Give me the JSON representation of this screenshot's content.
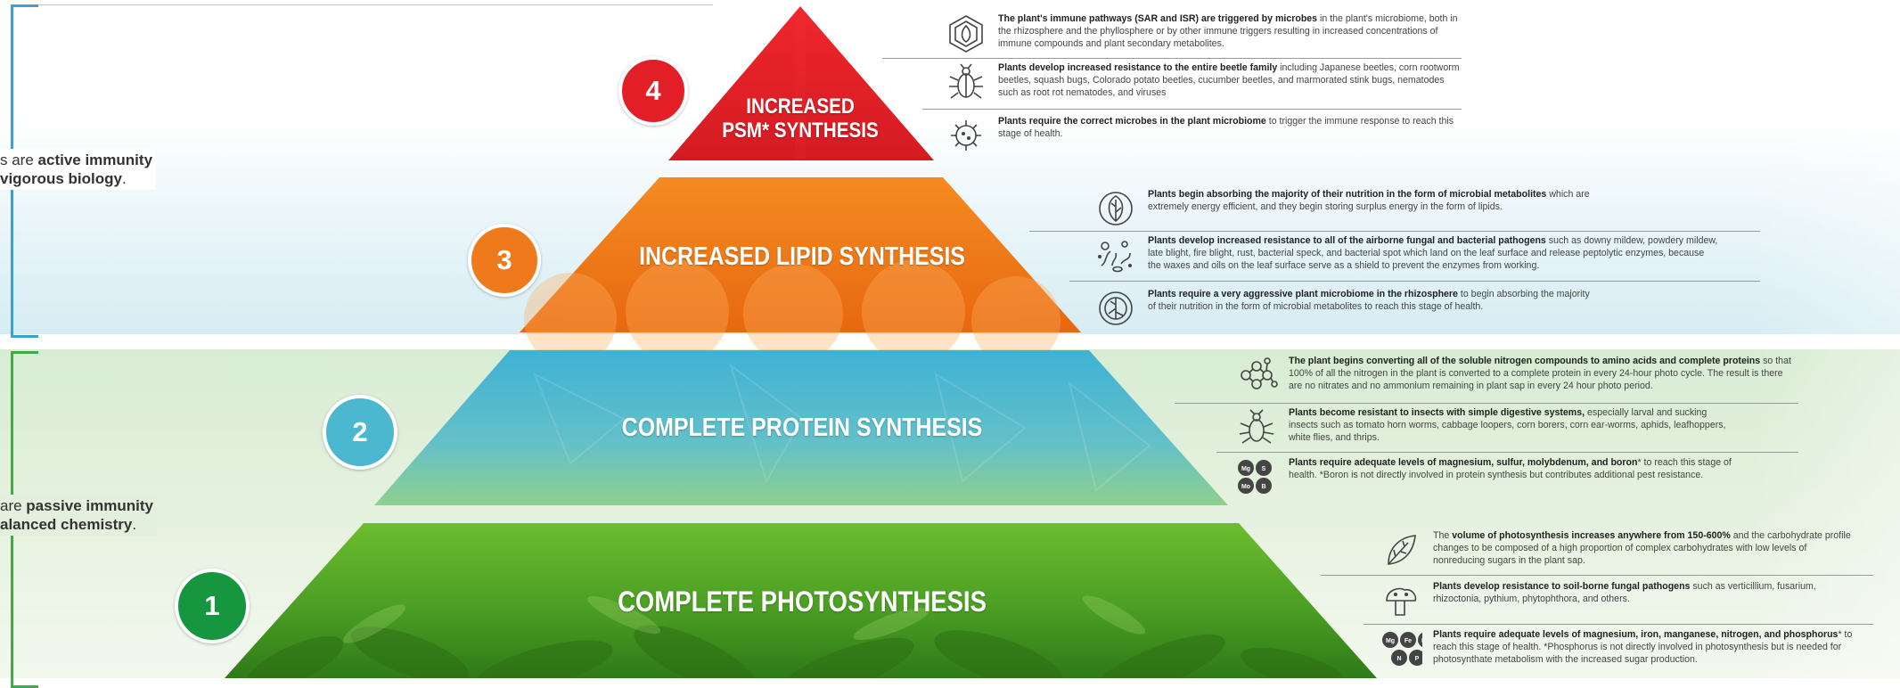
{
  "side": {
    "upper": {
      "pre": "s are ",
      "bold1": "active immunity",
      "line2_bold": "vigorous biology",
      "line2_post": "."
    },
    "lower": {
      "pre": "are ",
      "bold1": "passive immunity",
      "line2_bold": "alanced chemistry",
      "line2_post": "."
    }
  },
  "colors": {
    "tier4": "#e21f26",
    "tier3": "#f07a1a",
    "tier2": "#4fb9d0",
    "tier1": "#3e9b2e",
    "badge4": "#e21f26",
    "badge3": "#ef7a1c",
    "badge2": "#4cb8cf",
    "badge1": "#16973f"
  },
  "tiers": [
    {
      "number": "4",
      "title_line1": "INCREASED",
      "title_line2": "PSM* SYNTHESIS",
      "items": [
        {
          "icon": "immune-shield-icon",
          "bold": "The plant's immune pathways (SAR and ISR) are triggered by microbes",
          "rest": " in the plant's microbiome, both in the rhizosphere and the phyllosphere or by other immune triggers resulting in increased concentrations of immune compounds and plant secondary metabolites.",
          "wrap": 520
        },
        {
          "icon": "beetle-icon",
          "bold": "Plants develop increased resistance to the entire beetle family",
          "rest": " including Japanese beetles, corn rootworm beetles, squash bugs, Colorado potato beetles, cucumber beetles, and marmorated stink bugs, nematodes such as root rot nematodes, and viruses",
          "wrap": 520
        },
        {
          "icon": "microbe-gear-icon",
          "bold": "Plants require the correct microbes in the plant microbiome",
          "rest": " to trigger the immune response to reach this stage of health.",
          "wrap": 520
        }
      ]
    },
    {
      "number": "3",
      "title": "INCREASED LIPID SYNTHESIS",
      "items": [
        {
          "icon": "leaf-circle-icon",
          "bold": "Plants begin absorbing the majority of their nutrition in the form of microbial metabolites",
          "rest": " which are extremely energy efficient, and they begin storing surplus energy in the form of lipids.",
          "wrap": 500
        },
        {
          "icon": "pathogens-icon",
          "bold": "Plants develop increased resistance to all of the airborne fungal and bacterial pathogens",
          "rest": " such as downy mildew, powdery mildew, late blight, fire blight, rust, bacterial speck, and bacterial spot which land on the leaf surface and release peptolytic enzymes, because the waxes and oils on the leaf surface serve as a shield to prevent the enzymes from working.",
          "wrap": 640
        },
        {
          "icon": "rhizosphere-icon",
          "bold": "Plants require a very aggressive plant microbiome in the rhizosphere",
          "rest": " to begin absorbing the majority of their nutrition in the form of microbial metabolites to reach this stage of health.",
          "wrap": 500
        }
      ]
    },
    {
      "number": "2",
      "title": "COMPLETE PROTEIN SYNTHESIS",
      "items": [
        {
          "icon": "molecule-icon",
          "bold": "The plant begins converting all of the soluble nitrogen compounds to amino acids and complete proteins",
          "rest": " so that 100% of all the nitrogen in the plant is converted to a complete protein in every 24-hour photo cycle. The result is there are no nitrates and no ammonium remaining in plant sap in every 24 hour photo period.",
          "wrap": 570
        },
        {
          "icon": "insect-icon",
          "bold": "Plants become resistant to insects with simple digestive systems,",
          "rest": " especially larval and sucking insects such as tomato horn worms, cabbage loopers, corn borers, corn ear-worms, aphids, leafhoppers, white flies, and thrips.",
          "wrap": 500
        },
        {
          "icon": "minerals-icon",
          "icon_labels": [
            "Mg",
            "S",
            "Mo",
            "B"
          ],
          "bold": "Plants require adequate levels of magnesium, sulfur, molybdenum, and boron",
          "rest": "* to reach this stage of health. *Boron is not directly involved in protein synthesis but contributes additional pest resistance.",
          "wrap": 520
        }
      ]
    },
    {
      "number": "1",
      "title": "COMPLETE PHOTOSYNTHESIS",
      "items": [
        {
          "icon": "leaf-sun-icon",
          "bold_pre": "The ",
          "bold": "volume of photosynthesis increases anywhere from 150-600%",
          "rest": " and the carbohydrate profile changes to be composed of a high proportion of complex carbohydrates with low levels of nonreducing sugars in the plant sap.",
          "wrap": 470
        },
        {
          "icon": "mushroom-icon",
          "bold": "Plants develop resistance to soil-borne fungal pathogens",
          "rest": " such as verticillium, fusarium, rhizoctonia, pythium, phytophthora, and others.",
          "wrap": 470
        },
        {
          "icon": "nutrients-icon",
          "icon_labels": [
            "Mg",
            "Fe",
            "Mn",
            "N",
            "P"
          ],
          "bold": "Plants require adequate levels of magnesium, iron, manganese, nitrogen, and phosphorus",
          "rest": "* to reach this stage of health. *Phosphorus is not directly involved in photosynthesis but is needed for photosynthate metabolism with the increased sugar production.",
          "wrap": 490
        }
      ]
    }
  ]
}
